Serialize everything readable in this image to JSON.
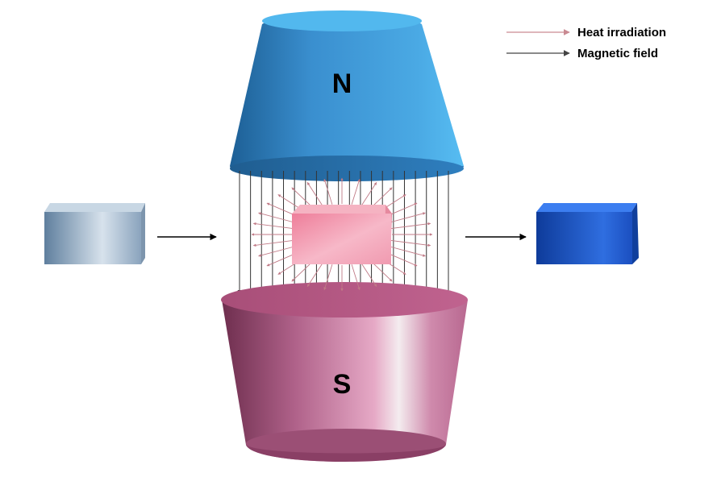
{
  "legend": {
    "heat_label": "Heat irradiation",
    "field_label": "Magnetic field"
  },
  "magnets": {
    "north_label": "N",
    "south_label": "S"
  },
  "colors": {
    "north_pole": "#3a9bd8",
    "south_pole": "#c86f96",
    "heat_arrow": "#c07a86",
    "field_arrow": "#333333",
    "sample_heated": "#f08aa6",
    "block_before": "#8aa8c4",
    "block_after": "#1d55c8"
  }
}
